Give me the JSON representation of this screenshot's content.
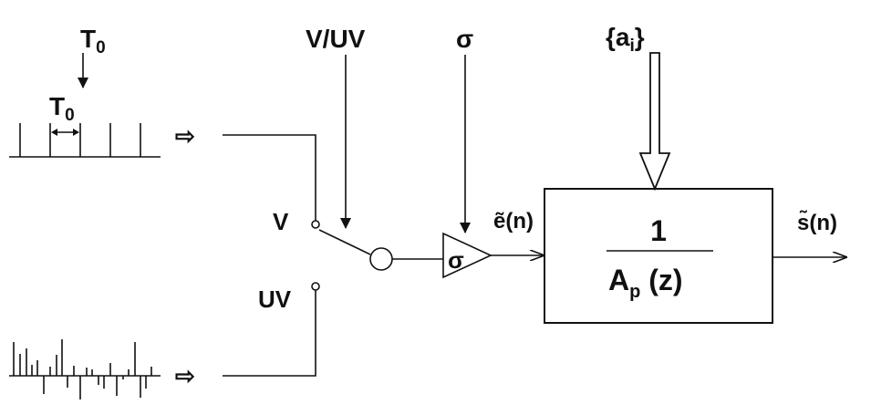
{
  "labels": {
    "period_top": "T",
    "period_top_sub": "0",
    "period_inner": "T",
    "period_inner_sub": "0",
    "voicing_control": "V/UV",
    "gain_symbol": "σ",
    "gain_block_symbol": "σ",
    "coefficients": "{a",
    "coefficients_sub": "i",
    "coefficients_close": "}",
    "switch_voiced": "V",
    "switch_unvoiced": "UV",
    "excitation": "ẽ(n)",
    "output": "s̃(n)",
    "filter_numerator": "1",
    "filter_denominator_a": "A",
    "filter_denominator_sub": "p",
    "filter_denominator_rest": " (z)",
    "arrow_glyph_top": "⇨",
    "arrow_glyph_bottom": "⇨"
  }
}
